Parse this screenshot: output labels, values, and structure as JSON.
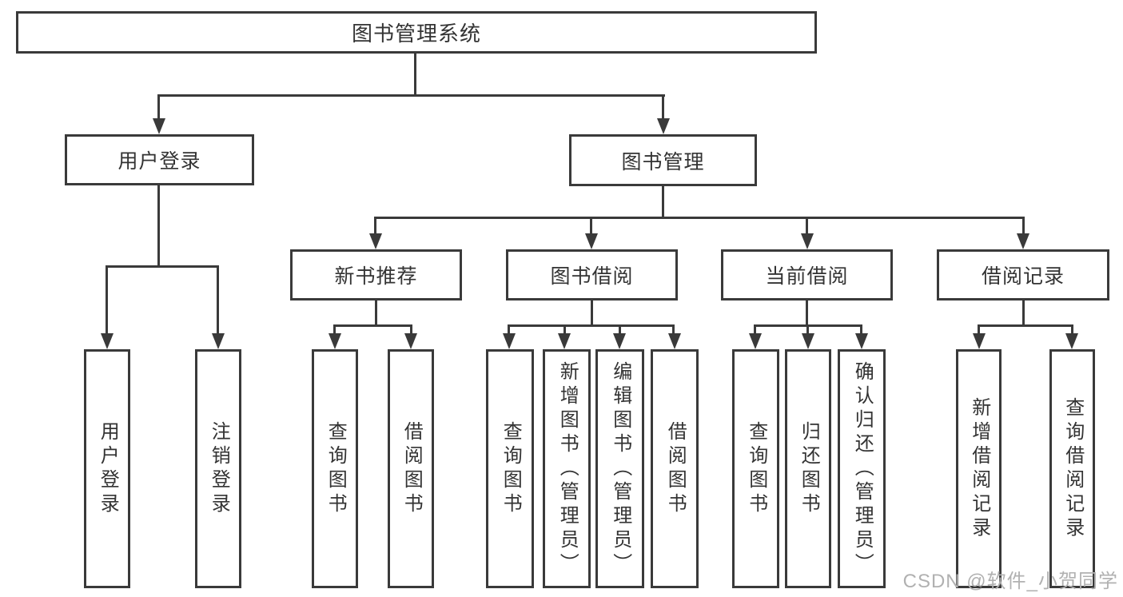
{
  "colors": {
    "background": "#ffffff",
    "line": "#3a3a3a",
    "box_border": "#3a3a3a",
    "text": "#333333",
    "watermark": "#b1b1b1"
  },
  "tree": {
    "root": {
      "label": "图书管理系统",
      "children": [
        {
          "label": "用户登录",
          "children": [
            {
              "label": "用户登录"
            },
            {
              "label": "注销登录"
            }
          ]
        },
        {
          "label": "图书管理",
          "children": [
            {
              "label": "新书推荐",
              "children": [
                {
                  "label": "查询图书"
                },
                {
                  "label": "借阅图书"
                }
              ]
            },
            {
              "label": "图书借阅",
              "children": [
                {
                  "label": "查询图书"
                },
                {
                  "label": "新增图书（管理员）"
                },
                {
                  "label": "编辑图书（管理员）"
                },
                {
                  "label": "借阅图书"
                }
              ]
            },
            {
              "label": "当前借阅",
              "children": [
                {
                  "label": "查询图书"
                },
                {
                  "label": "归还图书"
                },
                {
                  "label": "确认归还（管理员）"
                }
              ]
            },
            {
              "label": "借阅记录",
              "children": [
                {
                  "label": "新增借阅记录"
                },
                {
                  "label": "查询借阅记录"
                }
              ]
            }
          ]
        }
      ]
    }
  },
  "watermark": {
    "text": "CSDN @软件_小贺同学"
  }
}
